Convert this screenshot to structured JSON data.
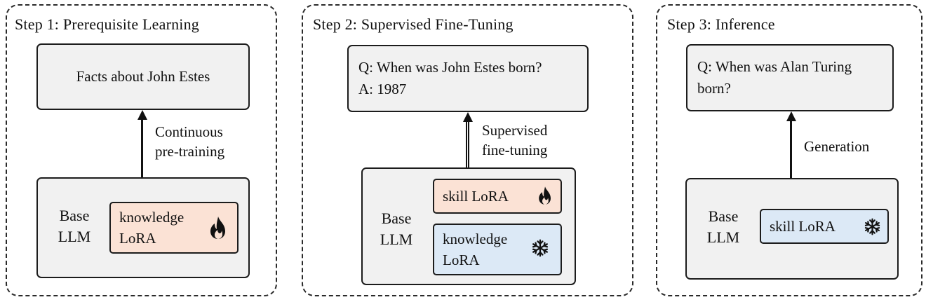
{
  "step1": {
    "title": "Step 1: Prerequisite Learning",
    "top_box": "Facts about John Estes",
    "edge_label_lines": [
      "Continuous",
      "pre-training"
    ],
    "base_lines": [
      "Base",
      "LLM"
    ],
    "lora_lines": [
      "knowledge",
      "LoRA"
    ],
    "lora_icon": "flame-icon"
  },
  "step2": {
    "title": "Step 2: Supervised Fine-Tuning",
    "top_box_lines": [
      "Q: When was John Estes born?",
      "A: 1987"
    ],
    "edge_label_lines": [
      "Supervised",
      "fine-tuning"
    ],
    "base_lines": [
      "Base",
      "LLM"
    ],
    "skill_lora": "skill LoRA",
    "skill_icon": "flame-icon",
    "knowledge_lora_lines": [
      "knowledge",
      "LoRA"
    ],
    "knowledge_icon": "snowflake-icon"
  },
  "step3": {
    "title": "Step 3: Inference",
    "top_box_lines": [
      "Q: When was Alan Turing",
      "born?"
    ],
    "edge_label": "Generation",
    "base_lines": [
      "Base",
      "LLM"
    ],
    "skill_lora": "skill LoRA",
    "skill_icon": "snowflake-icon"
  },
  "colors": {
    "box_fill": "#f1f1f1",
    "trainable_lora_fill": "#fbe2d5",
    "frozen_lora_fill": "#dce9f6"
  }
}
